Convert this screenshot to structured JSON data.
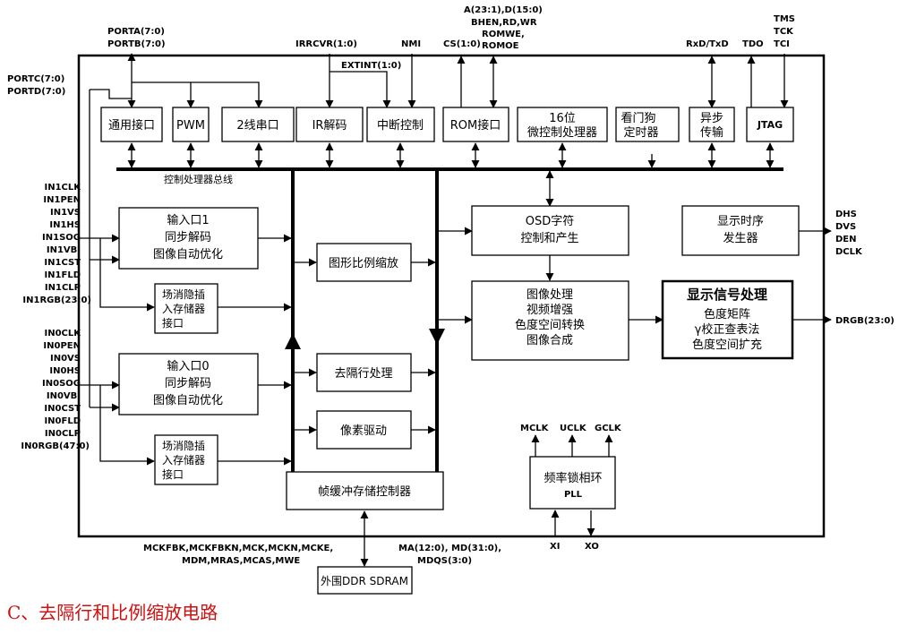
{
  "blocks": {
    "gpio": "通用接口",
    "pwm": "PWM",
    "twowire": "2线串口",
    "ir": "IR解码",
    "interrupt": "中断控制",
    "rom": "ROM接口",
    "cpu": [
      "16位",
      "微控制处理器"
    ],
    "watchdog": [
      "看门狗",
      "定时器"
    ],
    "uart": [
      "异步",
      "传输"
    ],
    "jtag": "JTAG",
    "bus_label": "控制处理器总线",
    "in1": [
      "输入口1",
      "同步解码",
      "图像自动优化"
    ],
    "in1_fifo": [
      "场消隐插",
      "入存储器",
      "接口"
    ],
    "in0": [
      "输入口0",
      "同步解码",
      "图像自动优化"
    ],
    "in0_fifo": [
      "场消隐插",
      "入存储器",
      "接口"
    ],
    "scaler": "图形比例缩放",
    "deinterlace": "去隔行处理",
    "pixel": "像素驱动",
    "framebuf": "帧缓冲存储控制器",
    "osd": [
      "OSD字符",
      "控制和产生"
    ],
    "timing": [
      "显示时序",
      "发生器"
    ],
    "imgproc": [
      "图像处理",
      "视频增强",
      "色度空间转换",
      "图像合成"
    ],
    "dsp": [
      "显示信号处理",
      "色度矩阵",
      "γ校正查表法",
      "色度空间扩充"
    ],
    "pll": [
      "频率锁相环",
      "PLL"
    ],
    "ddr": "外围DDR SDRAM"
  },
  "signals": {
    "porta": "PORTA(7:0)",
    "portb": "PORTB(7:0)",
    "portc": "PORTC(7:0)",
    "portd": "PORTD(7:0)",
    "irrcvr": "IRRCVR(1:0)",
    "nmi": "NMI",
    "extint": "EXTINT(1:0)",
    "cs": "CS(1:0)",
    "addr": [
      "A(23:1),D(15:0)",
      "BHEN,RD,WR",
      "ROMWE,",
      "ROMOE"
    ],
    "rxd": "RxD/TxD",
    "tdo": "TDO",
    "jtag_pins": [
      "TMS",
      "TCK",
      "TCI"
    ],
    "in1": [
      "IN1CLK",
      "IN1PEN",
      "IN1VS",
      "IN1HS",
      "IN1SOG",
      "IN1VBI",
      "IN1CST",
      "IN1FLD",
      "IN1CLP",
      "IN1RGB(23:0)"
    ],
    "in0": [
      "IN0CLK",
      "IN0PEN",
      "IN0VS",
      "IN0HS",
      "IN0SOG",
      "IN0VBI",
      "IN0CST",
      "IN0FLD",
      "IN0CLP",
      "IN0RGB(47:0)"
    ],
    "out_sync": [
      "DHS",
      "DVS",
      "DEN",
      "DCLK"
    ],
    "drgb": "DRGB(23:0)",
    "clocks": [
      "MCLK",
      "UCLK",
      "GCLK"
    ],
    "xi": "XI",
    "xo": "XO",
    "mem_ctrl": [
      "MCKFBK,MCKFBKN,MCK,MCKN,MCKE,",
      "MDM,MRAS,MCAS,MWE"
    ],
    "mem_data": [
      "MA(12:0),  MD(31:0),",
      "MDQS(3:0)"
    ]
  },
  "caption": "C、去隔行和比例缩放电路"
}
